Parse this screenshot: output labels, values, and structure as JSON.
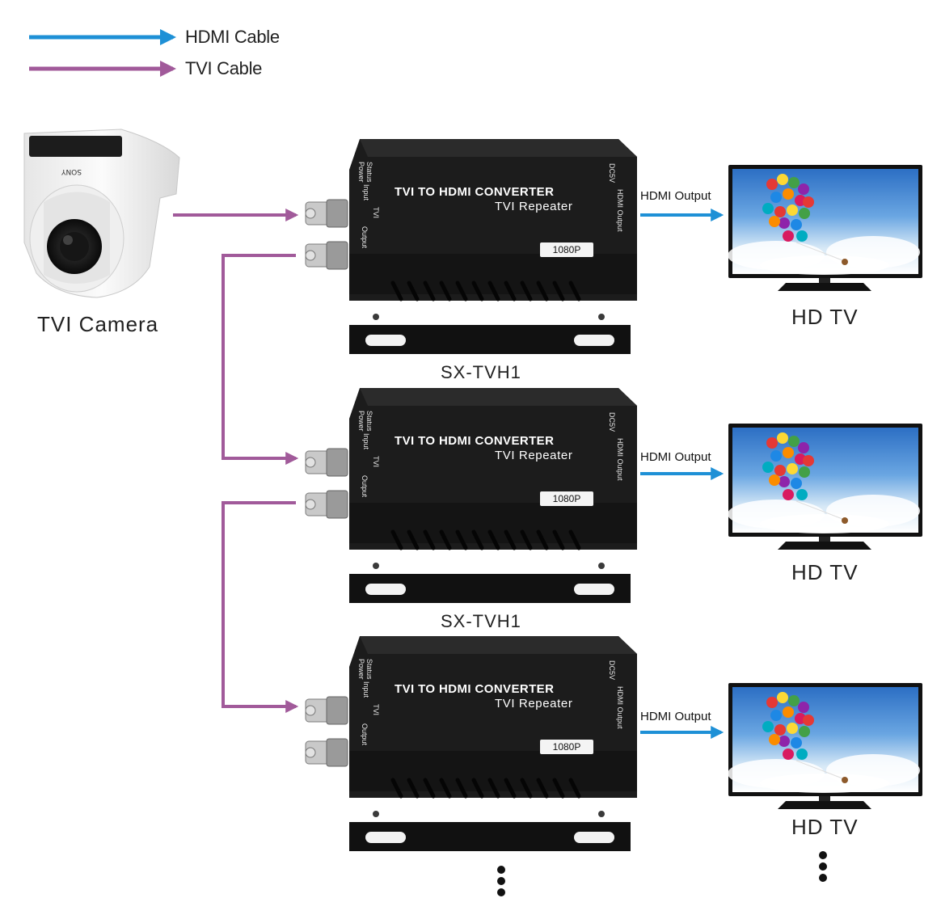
{
  "legend": [
    {
      "label": "HDMI Cable",
      "color": "#1e90d6"
    },
    {
      "label": "TVI Cable",
      "color": "#a15a9a"
    }
  ],
  "camera": {
    "label": "TVI Camera",
    "brand": "SONY"
  },
  "device": {
    "title": "TVI TO HDMI CONVERTER",
    "subtitle": "TVI Repeater",
    "badge": "1080P",
    "side_labels": {
      "status": "Status",
      "power": "Power",
      "input": "Input",
      "tvi": "TVI",
      "output": "Output",
      "hdmi_output": "HDMI Output",
      "dc": "DC5V"
    },
    "model": "SX-TVH1"
  },
  "hdmi_output_label": "HDMI Output",
  "tv_label": "HD TV",
  "colors": {
    "hdmi": "#1e90d6",
    "tvi": "#a15a9a",
    "device": "#1a1a1a",
    "continuation": "#111111"
  }
}
